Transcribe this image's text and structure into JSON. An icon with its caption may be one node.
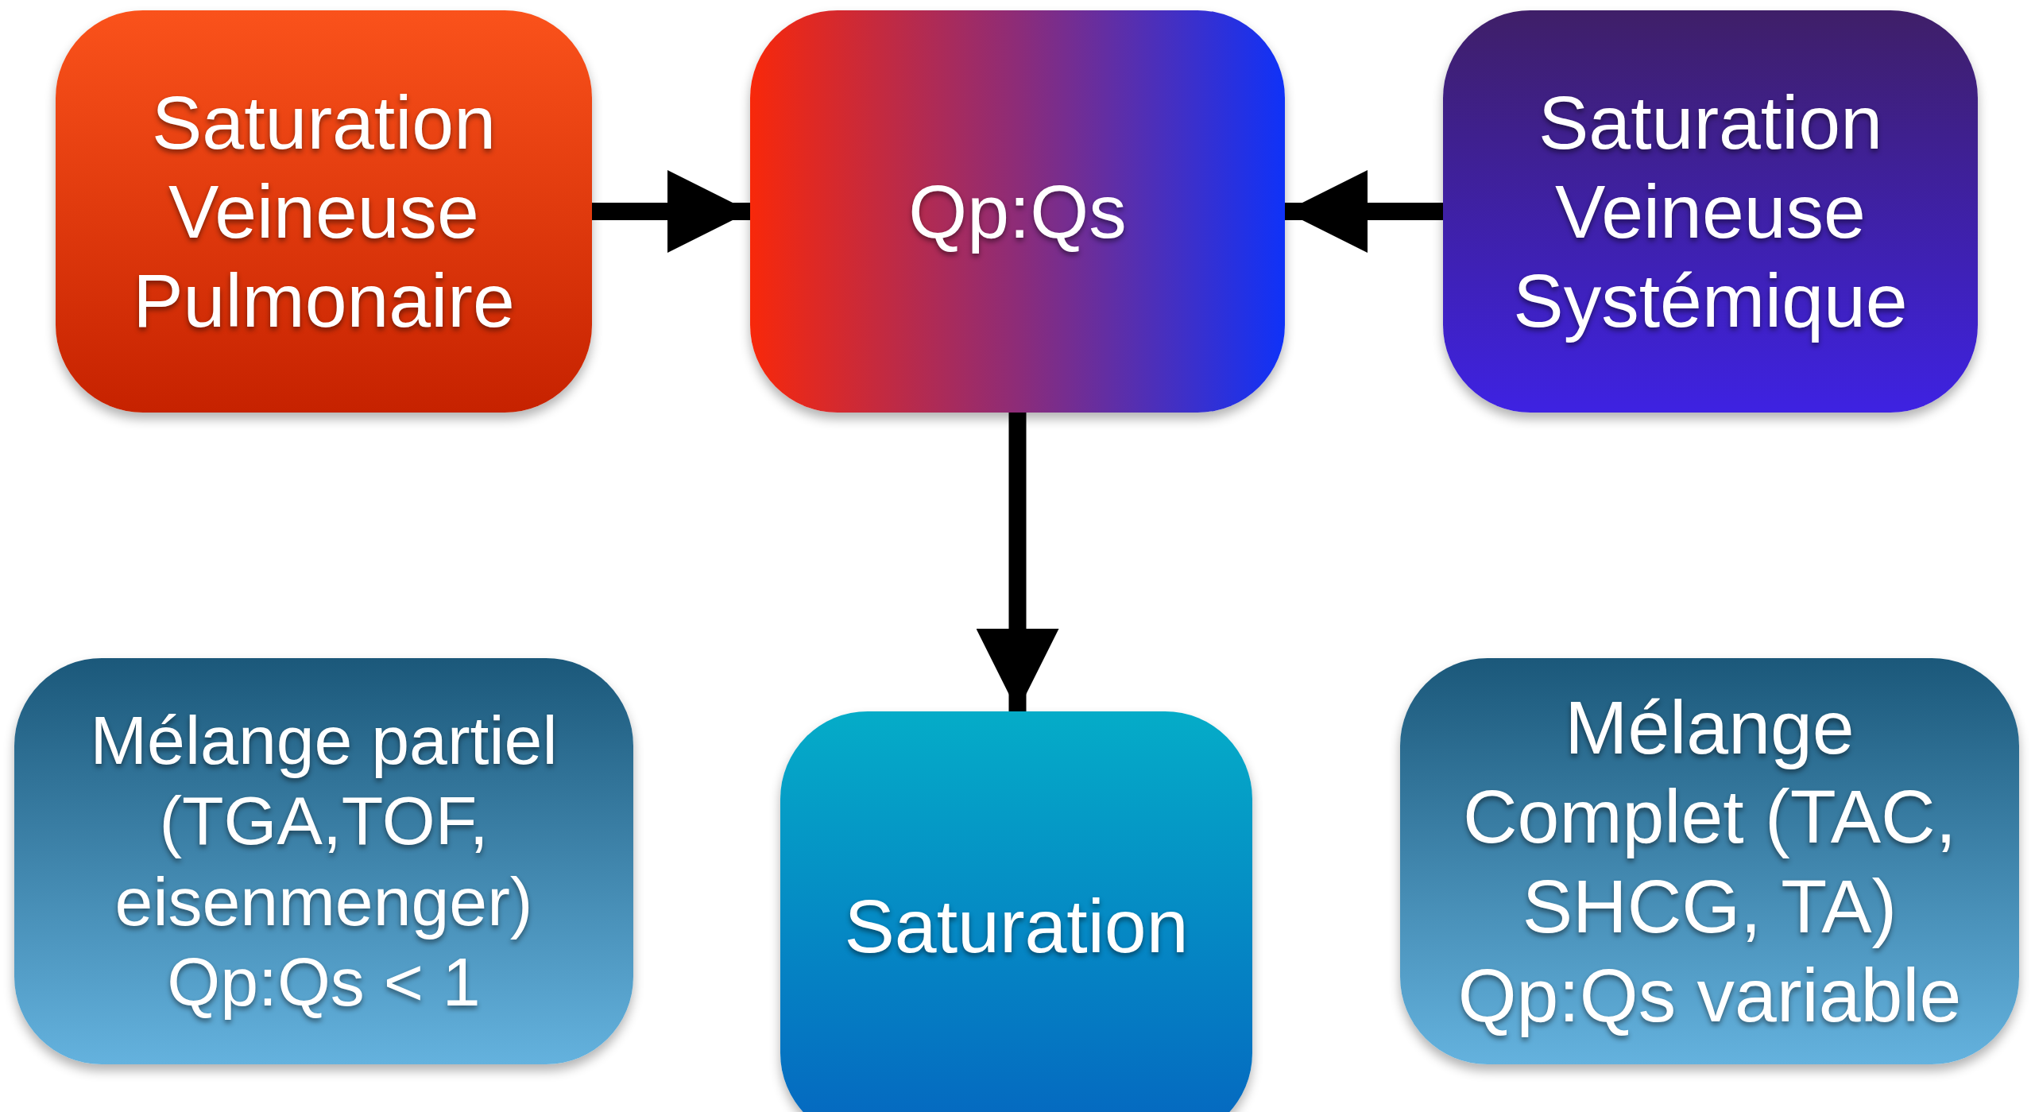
{
  "diagram": {
    "nodes": [
      {
        "text": [
          "Saturation Veineuse Pulmonaire"
        ]
      },
      {
        "text": [
          "Qp:Qs"
        ]
      },
      {
        "text": [
          "Saturation Veineuse Systémique"
        ]
      },
      {
        "text": [
          "Mélange partiel (TGA,TOF, eisenmenger) Qp:Qs < 1"
        ]
      },
      {
        "text": [
          "Saturation"
        ]
      },
      {
        "text": [
          "Mélange Complet (TAC, SHCG, TA) Qp:Qs variable"
        ]
      }
    ],
    "edges": [
      {
        "from": 0,
        "to": 1,
        "arrow": "to"
      },
      {
        "from": 2,
        "to": 1,
        "arrow": "to"
      },
      {
        "from": 1,
        "to": 4,
        "arrow": "to"
      }
    ]
  }
}
